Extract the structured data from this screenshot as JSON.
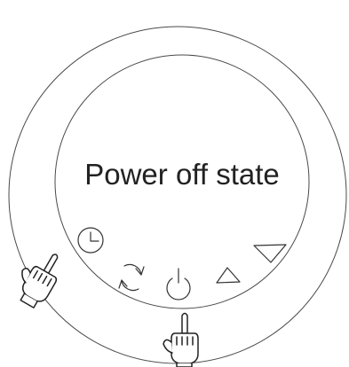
{
  "display": {
    "state_text": "Power off state"
  },
  "buttons": [
    {
      "name": "timer-button",
      "icon": "clock-icon"
    },
    {
      "name": "mode-button",
      "icon": "cycle-arrows-icon"
    },
    {
      "name": "power-button",
      "icon": "power-icon"
    },
    {
      "name": "up-button",
      "icon": "triangle-up-icon"
    },
    {
      "name": "down-button",
      "icon": "triangle-down-icon"
    }
  ],
  "pointers": [
    {
      "name": "pointing-hand-timer",
      "icon": "pointing-hand-icon"
    },
    {
      "name": "pointing-hand-power",
      "icon": "pointing-hand-icon"
    }
  ],
  "colors": {
    "line": "#4a4a4a",
    "text": "#222222",
    "background": "#ffffff"
  }
}
